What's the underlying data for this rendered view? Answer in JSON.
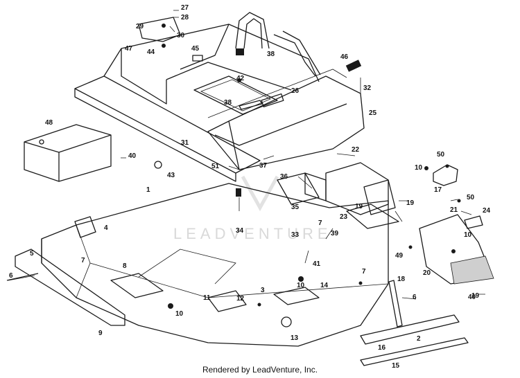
{
  "diagram": {
    "watermark": "LEADVENTURE",
    "footer": "Rendered by LeadVenture, Inc.",
    "parts": [
      {
        "id": "1",
        "label": "1"
      },
      {
        "id": "2",
        "label": "2"
      },
      {
        "id": "3",
        "label": "3"
      },
      {
        "id": "4",
        "label": "4"
      },
      {
        "id": "5",
        "label": "5"
      },
      {
        "id": "6a",
        "label": "6"
      },
      {
        "id": "6b",
        "label": "6"
      },
      {
        "id": "7a",
        "label": "7"
      },
      {
        "id": "7b",
        "label": "7"
      },
      {
        "id": "7c",
        "label": "7"
      },
      {
        "id": "8",
        "label": "8"
      },
      {
        "id": "9",
        "label": "9"
      },
      {
        "id": "10a",
        "label": "10"
      },
      {
        "id": "10b",
        "label": "10"
      },
      {
        "id": "10c",
        "label": "10"
      },
      {
        "id": "10d",
        "label": "10"
      },
      {
        "id": "11",
        "label": "11"
      },
      {
        "id": "12",
        "label": "12"
      },
      {
        "id": "13",
        "label": "13"
      },
      {
        "id": "14",
        "label": "14"
      },
      {
        "id": "15",
        "label": "15"
      },
      {
        "id": "16",
        "label": "16"
      },
      {
        "id": "17",
        "label": "17"
      },
      {
        "id": "18",
        "label": "18"
      },
      {
        "id": "19a",
        "label": "19"
      },
      {
        "id": "19b",
        "label": "19"
      },
      {
        "id": "19c",
        "label": "19"
      },
      {
        "id": "20",
        "label": "20"
      },
      {
        "id": "21",
        "label": "21"
      },
      {
        "id": "22",
        "label": "22"
      },
      {
        "id": "23",
        "label": "23"
      },
      {
        "id": "24",
        "label": "24"
      },
      {
        "id": "25",
        "label": "25"
      },
      {
        "id": "26",
        "label": "26"
      },
      {
        "id": "27",
        "label": "27"
      },
      {
        "id": "28",
        "label": "28"
      },
      {
        "id": "29",
        "label": "29"
      },
      {
        "id": "30",
        "label": "30"
      },
      {
        "id": "31",
        "label": "31"
      },
      {
        "id": "32",
        "label": "32"
      },
      {
        "id": "33",
        "label": "33"
      },
      {
        "id": "34",
        "label": "34"
      },
      {
        "id": "35",
        "label": "35"
      },
      {
        "id": "36",
        "label": "36"
      },
      {
        "id": "37",
        "label": "37"
      },
      {
        "id": "38a",
        "label": "38"
      },
      {
        "id": "38b",
        "label": "38"
      },
      {
        "id": "39",
        "label": "39"
      },
      {
        "id": "40a",
        "label": "40"
      },
      {
        "id": "40b",
        "label": "40"
      },
      {
        "id": "41",
        "label": "41"
      },
      {
        "id": "42",
        "label": "42"
      },
      {
        "id": "43",
        "label": "43"
      },
      {
        "id": "44",
        "label": "44"
      },
      {
        "id": "45",
        "label": "45"
      },
      {
        "id": "46",
        "label": "46"
      },
      {
        "id": "47",
        "label": "47"
      },
      {
        "id": "48",
        "label": "48"
      },
      {
        "id": "49",
        "label": "49"
      },
      {
        "id": "50a",
        "label": "50"
      },
      {
        "id": "50b",
        "label": "50"
      },
      {
        "id": "51",
        "label": "51"
      }
    ]
  }
}
